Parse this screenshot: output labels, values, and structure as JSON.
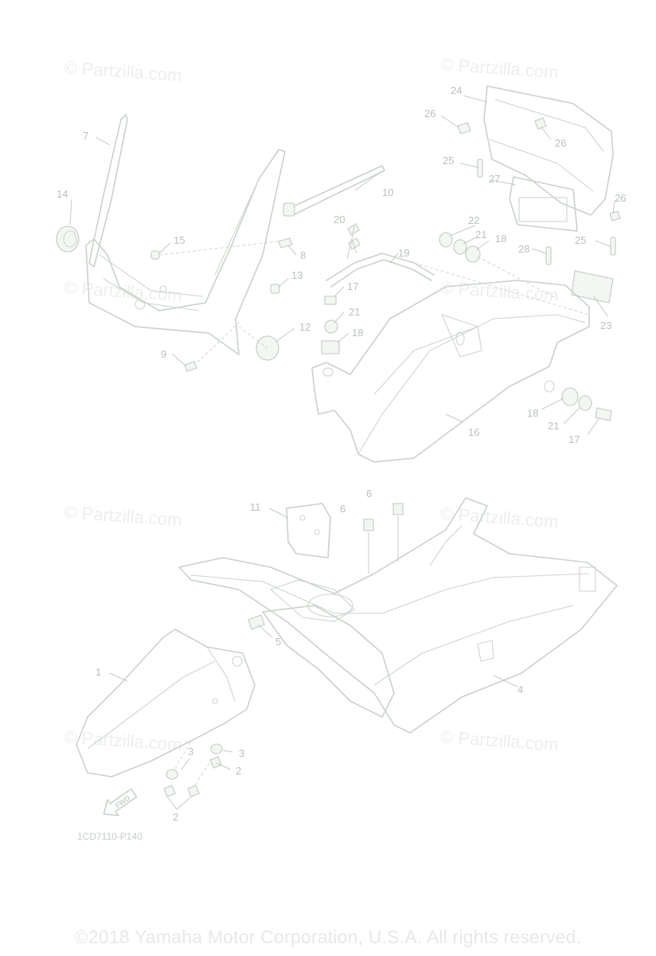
{
  "watermarks": [
    "© Partzilla.com",
    "© Partzilla.com",
    "© Partzilla.com",
    "© Partzilla.com",
    "© Partzilla.com",
    "© Partzilla.com",
    "© Partzilla.com",
    "© Partzilla.com"
  ],
  "callouts": {
    "c1": "1",
    "c2a": "2",
    "c2b": "2",
    "c3a": "3",
    "c3b": "3",
    "c4": "4",
    "c5": "5",
    "c6a": "6",
    "c6b": "6",
    "c7": "7",
    "c8": "8",
    "c9": "9",
    "c10": "10",
    "c11": "11",
    "c12": "12",
    "c13": "13",
    "c14": "14",
    "c15": "15",
    "c16": "16",
    "c17a": "17",
    "c17b": "17",
    "c18a": "18",
    "c18b": "18",
    "c18c": "18",
    "c19": "19",
    "c20": "20",
    "c21a": "21",
    "c21b": "21",
    "c21c": "21",
    "c22": "22",
    "c23": "23",
    "c24": "24",
    "c25a": "25",
    "c25b": "25",
    "c26a": "26",
    "c26b": "26",
    "c26c": "26",
    "c27": "27",
    "c28": "28"
  },
  "fwd_label": "FWD",
  "diagram_code": "1CD7110-P140",
  "copyright": "©2018 Yamaha Motor Corporation, U.S.A. All rights reserved."
}
